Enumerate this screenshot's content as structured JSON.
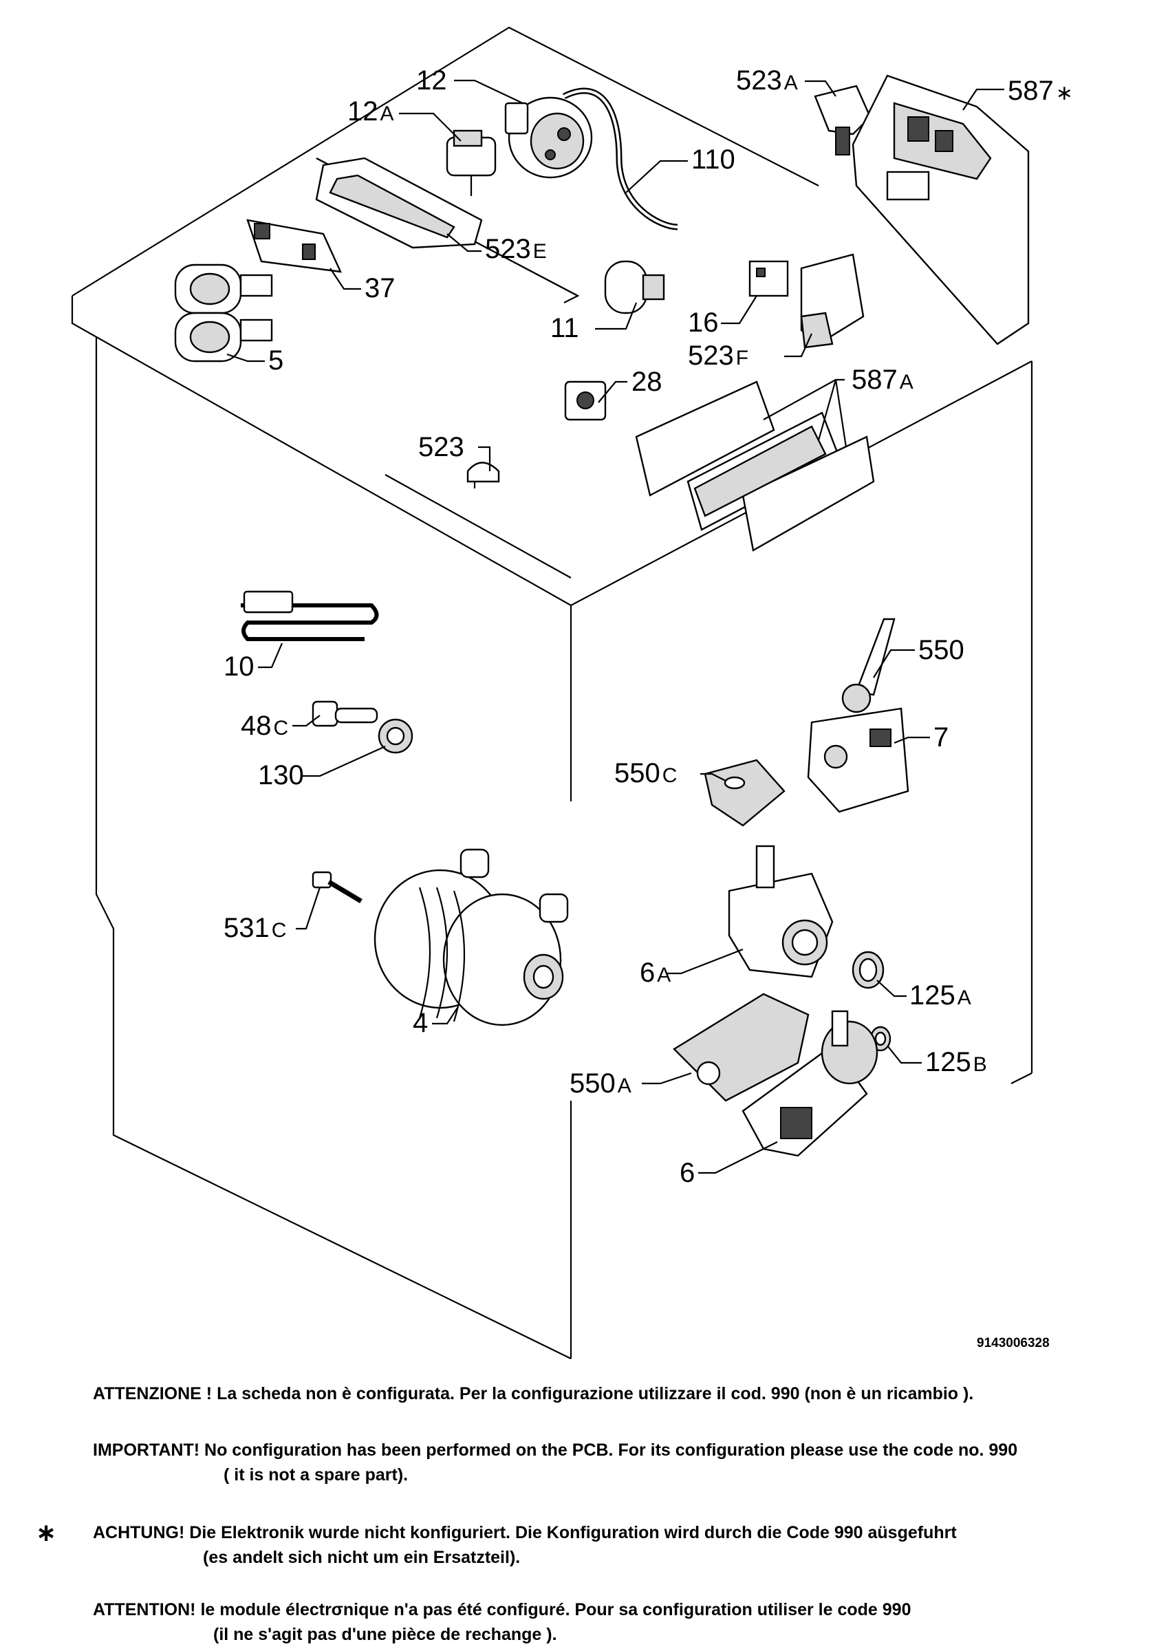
{
  "diagram": {
    "drawing_code": "9143006328",
    "callouts": [
      {
        "id": "c-12",
        "num": "12",
        "suffix": ""
      },
      {
        "id": "c-12a",
        "num": "12",
        "suffix": "A"
      },
      {
        "id": "c-110",
        "num": "110",
        "suffix": ""
      },
      {
        "id": "c-523a",
        "num": "523",
        "suffix": "A"
      },
      {
        "id": "c-587star",
        "num": "587",
        "suffix": "∗"
      },
      {
        "id": "c-523e",
        "num": "523",
        "suffix": "E"
      },
      {
        "id": "c-37",
        "num": "37",
        "suffix": ""
      },
      {
        "id": "c-5",
        "num": "5",
        "suffix": ""
      },
      {
        "id": "c-11",
        "num": "11",
        "suffix": ""
      },
      {
        "id": "c-16",
        "num": "16",
        "suffix": ""
      },
      {
        "id": "c-523f",
        "num": "523",
        "suffix": "F"
      },
      {
        "id": "c-28",
        "num": "28",
        "suffix": ""
      },
      {
        "id": "c-587a",
        "num": "587",
        "suffix": "A"
      },
      {
        "id": "c-523",
        "num": "523",
        "suffix": ""
      },
      {
        "id": "c-10",
        "num": "10",
        "suffix": ""
      },
      {
        "id": "c-48c",
        "num": "48",
        "suffix": "C"
      },
      {
        "id": "c-130",
        "num": "130",
        "suffix": ""
      },
      {
        "id": "c-550",
        "num": "550",
        "suffix": ""
      },
      {
        "id": "c-7",
        "num": "7",
        "suffix": ""
      },
      {
        "id": "c-550c",
        "num": "550",
        "suffix": "C"
      },
      {
        "id": "c-531c",
        "num": "531",
        "suffix": "C"
      },
      {
        "id": "c-6a",
        "num": "6",
        "suffix": "A"
      },
      {
        "id": "c-125a",
        "num": "125",
        "suffix": "A"
      },
      {
        "id": "c-4",
        "num": "4",
        "suffix": ""
      },
      {
        "id": "c-125b",
        "num": "125",
        "suffix": "B"
      },
      {
        "id": "c-550a",
        "num": "550",
        "suffix": "A"
      },
      {
        "id": "c-6",
        "num": "6",
        "suffix": ""
      }
    ]
  },
  "notes": {
    "it": "ATTENZIONE ! La scheda non è  configurata. Per la configurazione utilizzare il cod. 990 (non è un ricambio ).",
    "en_1": "IMPORTANT! No configuration has been performed on the PCB. For its configuration please use the code no. 990",
    "en_2": "( it is not a spare part).",
    "star": "∗",
    "de_1": "ACHTUNG! Die Elektronik wurde nicht konfiguriert. Die Konfiguration wird durch die Code 990 aüsgefuhrt",
    "de_2": "(es andelt sich nicht um ein Ersatzteil).",
    "fr_1": "ATTENTION! le module électrσnique n'a pas été configuré. Pour  sa configuration utiliser le code 990",
    "fr_2": "(il ne s'agit pas d'une pièce de rechange )."
  }
}
